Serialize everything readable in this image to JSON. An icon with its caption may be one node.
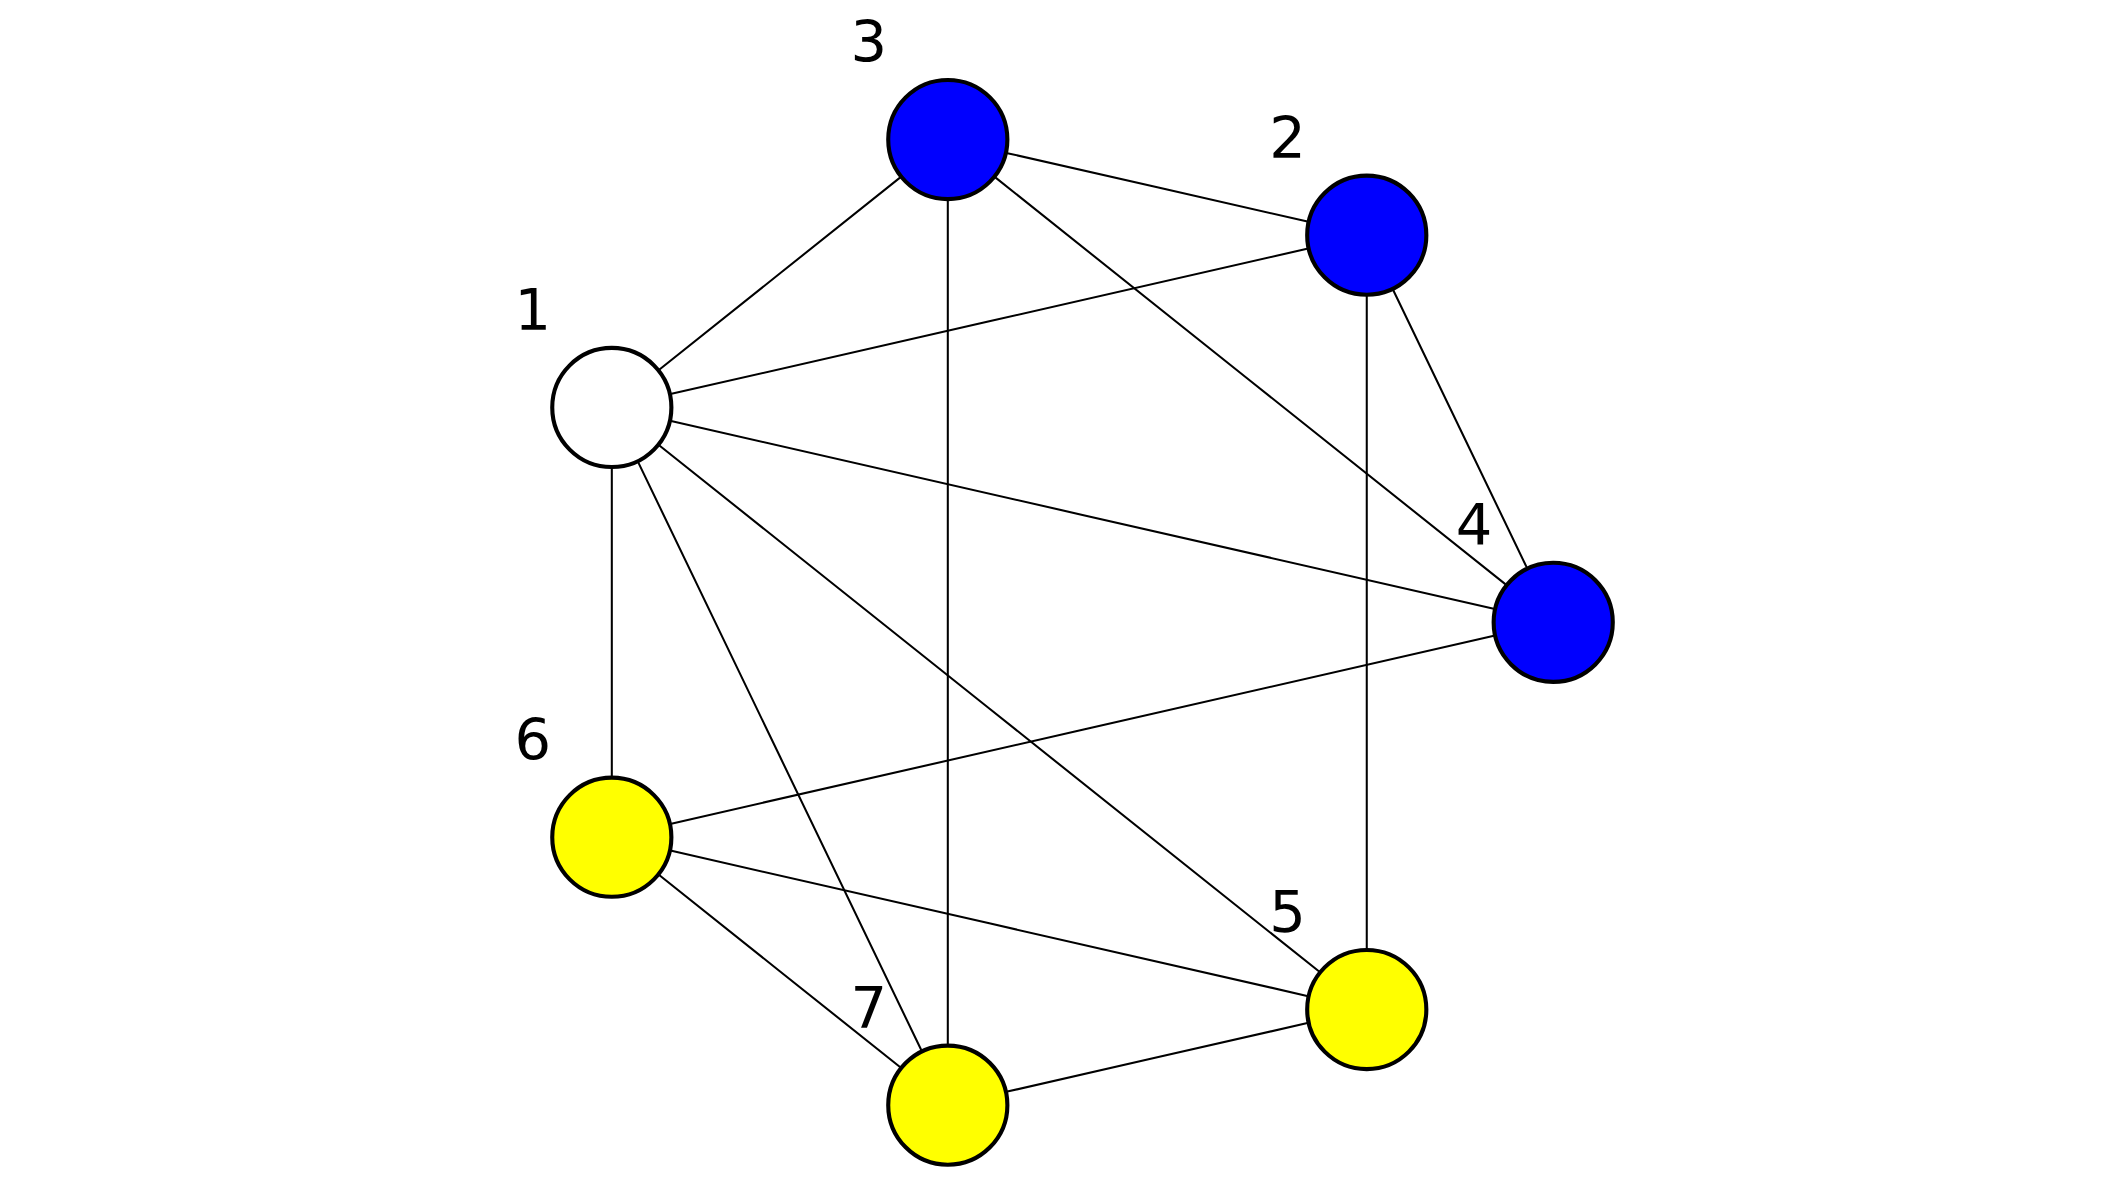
{
  "diagram": {
    "nodes": [
      {
        "text": [],
        "shape": "circle",
        "beside": [
          "1"
        ]
      },
      {
        "text": [],
        "shape": "circle",
        "beside": [
          "2"
        ]
      },
      {
        "text": [],
        "shape": "circle",
        "beside": [
          "3"
        ]
      },
      {
        "text": [],
        "shape": "circle",
        "beside": [
          "4"
        ]
      },
      {
        "text": [],
        "shape": "circle",
        "beside": [
          "5"
        ]
      },
      {
        "text": [],
        "shape": "circle",
        "beside": [
          "6"
        ]
      },
      {
        "text": [],
        "shape": "circle",
        "beside": [
          "7"
        ]
      }
    ],
    "edges": [
      {
        "from": 0,
        "to": 1,
        "arrow": "none"
      },
      {
        "from": 0,
        "to": 2,
        "arrow": "none"
      },
      {
        "from": 0,
        "to": 3,
        "arrow": "none"
      },
      {
        "from": 0,
        "to": 4,
        "arrow": "none"
      },
      {
        "from": 0,
        "to": 5,
        "arrow": "none"
      },
      {
        "from": 0,
        "to": 6,
        "arrow": "none"
      },
      {
        "from": 1,
        "to": 2,
        "arrow": "none"
      },
      {
        "from": 1,
        "to": 3,
        "arrow": "none"
      },
      {
        "from": 1,
        "to": 4,
        "arrow": "none"
      },
      {
        "from": 2,
        "to": 3,
        "arrow": "none"
      },
      {
        "from": 2,
        "to": 6,
        "arrow": "none"
      },
      {
        "from": 3,
        "to": 5,
        "arrow": "none"
      },
      {
        "from": 4,
        "to": 5,
        "arrow": "none"
      },
      {
        "from": 4,
        "to": 6,
        "arrow": "none"
      },
      {
        "from": 5,
        "to": 6,
        "arrow": "none"
      }
    ]
  }
}
